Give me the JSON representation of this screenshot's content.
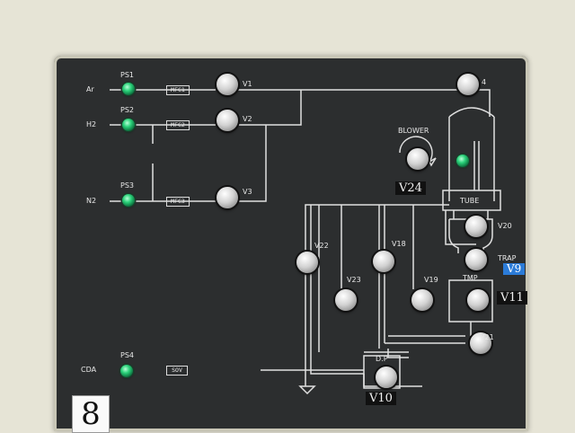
{
  "inlets": [
    {
      "gas": "Ar",
      "switch": "PS1",
      "controller": "MFC1"
    },
    {
      "gas": "H2",
      "switch": "PS2",
      "controller": "MFC2"
    },
    {
      "gas": "N2",
      "switch": "PS3",
      "controller": "MFC3"
    }
  ],
  "cda": {
    "gas": "CDA",
    "switch": "PS4",
    "controller": "SOV"
  },
  "valves": {
    "v1": "V1",
    "v2": "V2",
    "v3": "V3",
    "v4": "4",
    "v18": "V18",
    "v19": "V19",
    "v20": "V20",
    "v21": "V21",
    "v22": "V22",
    "v23": "V23"
  },
  "components": {
    "blower": "BLOWER",
    "tube": "TUBE",
    "trap": "TRAP",
    "tmp": "TMP",
    "dp": "D.P"
  },
  "tags": {
    "v24": "V24",
    "v9": "V9",
    "v11": "V11",
    "v10": "V10"
  },
  "panel_number": "8",
  "colors": {
    "panel": "#2c2e2f",
    "lamp": "#2bd27a",
    "tag_blue": "#2b7bd8",
    "line": "#e0e0e0"
  }
}
